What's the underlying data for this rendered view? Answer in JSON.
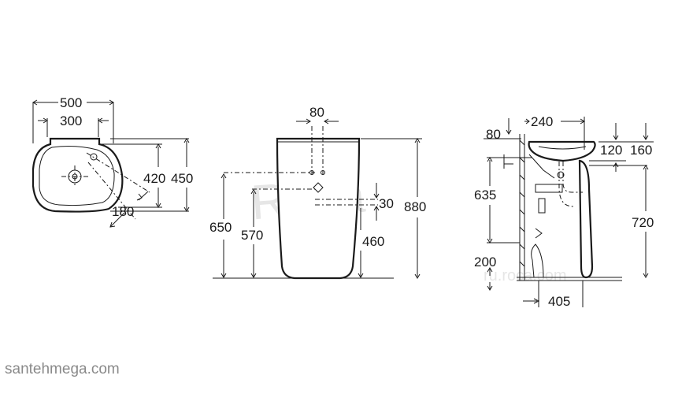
{
  "front_view": {
    "width_outer": "500",
    "width_inner": "300",
    "depth_inner": "420",
    "depth_outer": "450",
    "tap_offset": "180"
  },
  "side_view": {
    "top_width": "80",
    "height_total": "880",
    "height_inlet_upper": "650",
    "height_inlet_lower": "570",
    "waste_height": "460",
    "waste_offset": "30"
  },
  "section_view": {
    "top_offset": "80",
    "bowl_width": "240",
    "rim_depth": "120",
    "rim_to_top": "160",
    "height_drain": "635",
    "height_rim": "720",
    "floor_offset": "200",
    "base_depth": "405"
  },
  "watermarks": {
    "brand": "Roca",
    "site": "ru.roca.com"
  },
  "caption": "santehmega.com"
}
